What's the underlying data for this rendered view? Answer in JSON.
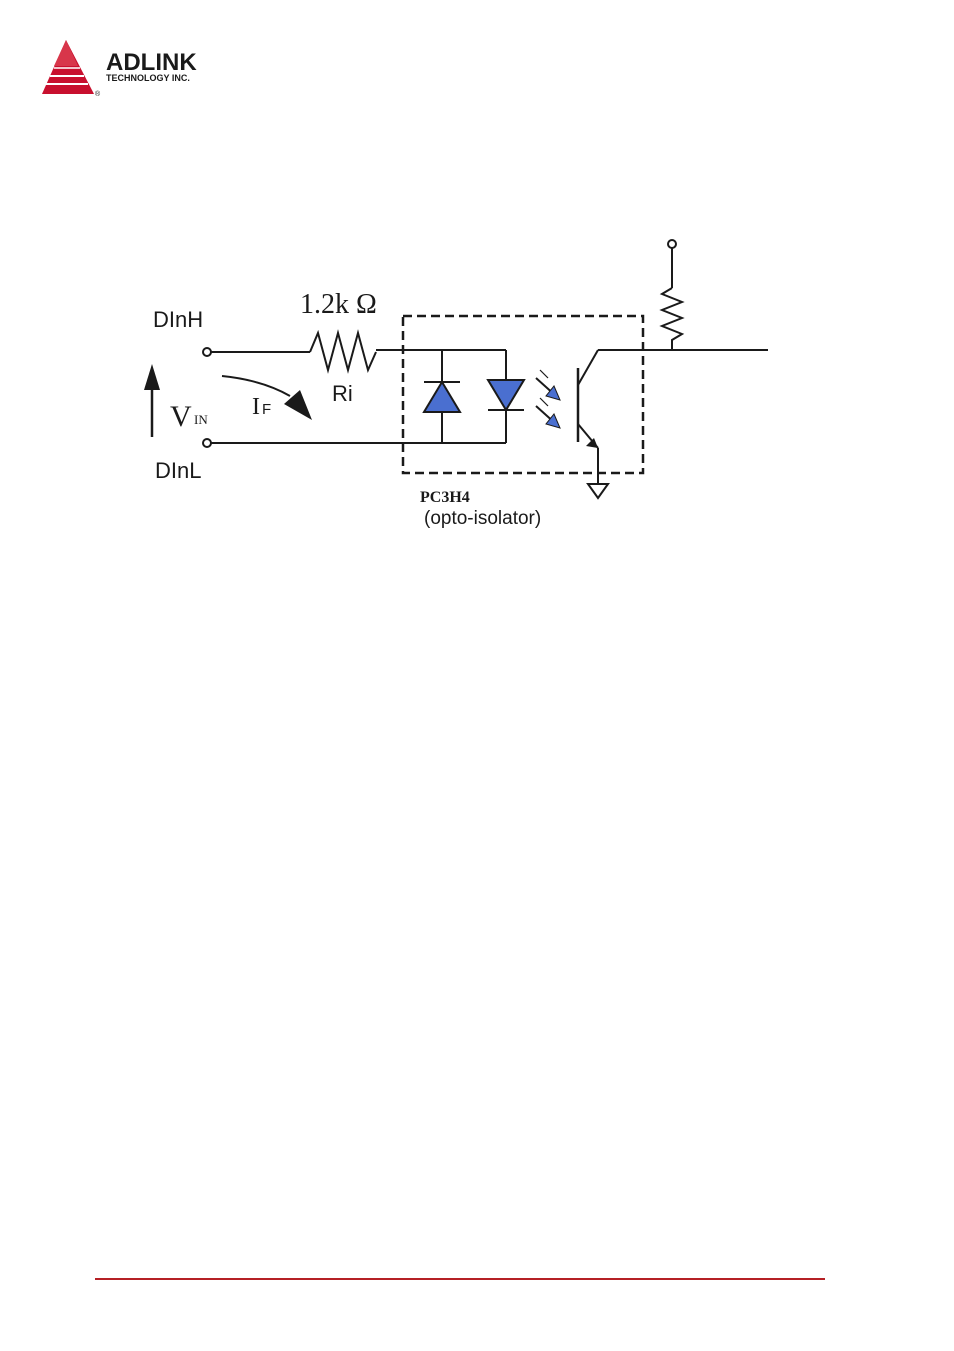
{
  "header": {
    "logo_name": "ADLINK",
    "logo_tagline": "TECHNOLOGY INC.",
    "logo_mark": "®"
  },
  "colors": {
    "brand_red": "#c8102e",
    "footer_rule": "#b52025",
    "diode_fill": "#4a6fd0",
    "line": "#1a1a1a"
  },
  "diagram": {
    "input_high_label": "DInH",
    "input_low_label": "DInL",
    "voltage_symbol": "V",
    "voltage_subscript": "IN",
    "current_symbol": "I",
    "current_subscript": "F",
    "resistor_value": "1.2k Ω",
    "resistor_name": "Ri",
    "part_number": "PC3H4",
    "part_description": "(opto-isolator)"
  }
}
